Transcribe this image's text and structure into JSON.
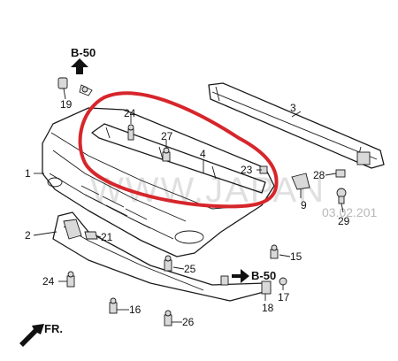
{
  "highlight_color": "#d6262b",
  "labels": {
    "ref_b50_top": "B-50",
    "ref_b50_mid": "B-50",
    "p1": "1",
    "p2": "2",
    "p3": "3",
    "p4": "4",
    "p9": "9",
    "p15": "15",
    "p16": "16",
    "p17": "17",
    "p18": "18",
    "p19": "19",
    "p21": "21",
    "p23": "23",
    "p24a": "24",
    "p24b": "24",
    "p25": "25",
    "p26": "26",
    "p27": "27",
    "p28": "28",
    "p29": "29",
    "front": "FR."
  },
  "watermark": {
    "text": "WWW.JAPAN",
    "date": "03.02.201"
  }
}
